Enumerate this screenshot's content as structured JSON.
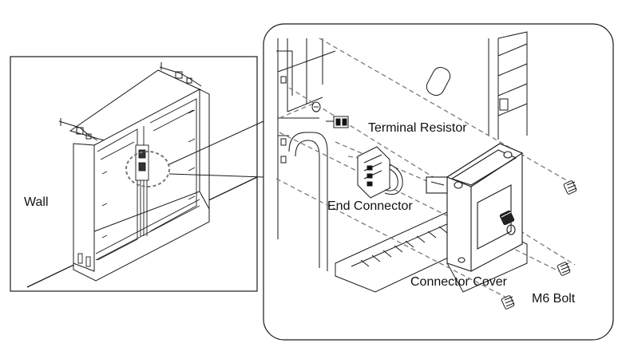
{
  "labels": {
    "wall": "Wall",
    "terminal_resistor": "Terminal Resistor",
    "end_connector": "End Connector",
    "connector_cover": "Connector Cover",
    "m6_bolt": "M6 Bolt"
  },
  "colors": {
    "line": "#1a1a1a",
    "hidden_line": "#7a7a7a",
    "background": "#ffffff"
  }
}
